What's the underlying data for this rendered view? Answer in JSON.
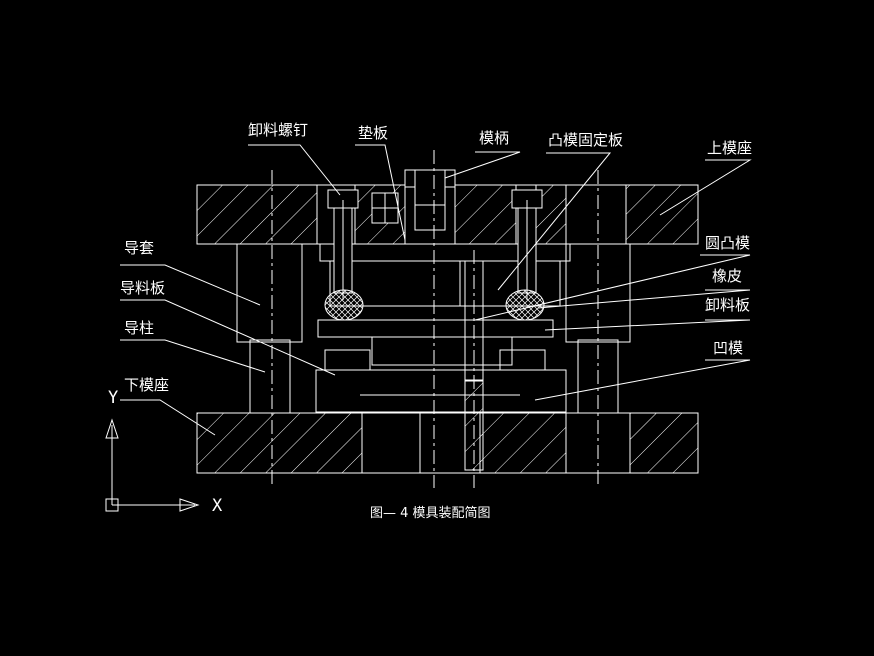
{
  "labels": {
    "discharge_screw": "卸料螺钉",
    "backing_plate": "垫板",
    "die_handle": "模柄",
    "punch_retainer": "凸模固定板",
    "upper_die_seat": "上模座",
    "guide_sleeve": "导套",
    "round_punch": "圆凸模",
    "guide_plate": "导料板",
    "rubber": "橡皮",
    "stripper_plate": "卸料板",
    "guide_pillar": "导柱",
    "die": "凹模",
    "lower_die_seat": "下模座"
  },
  "caption": "图— 4 模具装配简图",
  "axes": {
    "y": "Y",
    "x": "X"
  },
  "colors": {
    "background": "#000000",
    "line": "#ffffff"
  }
}
